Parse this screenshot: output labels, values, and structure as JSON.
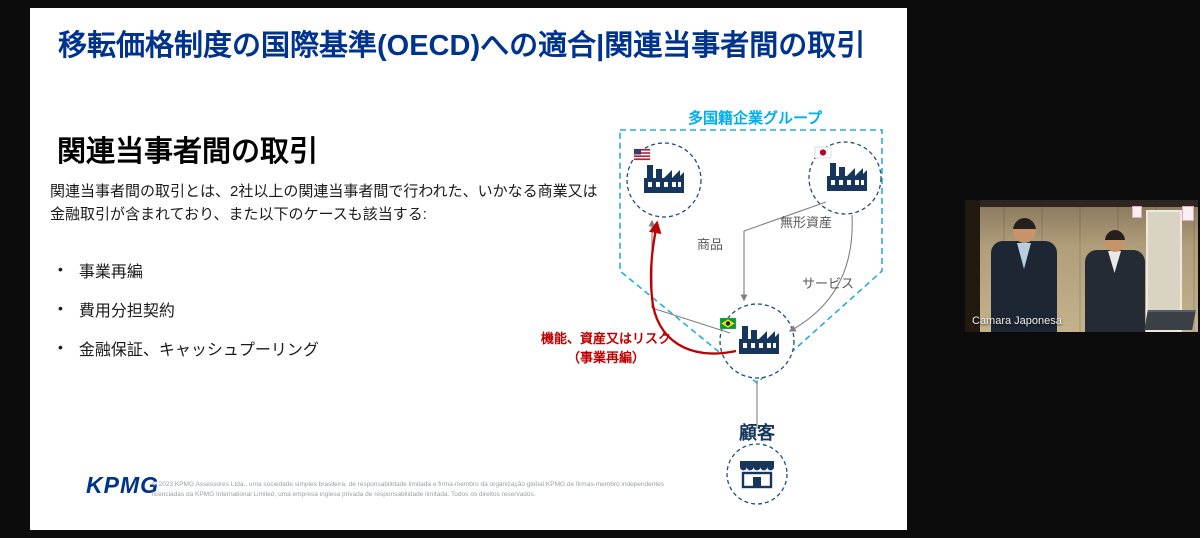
{
  "slide": {
    "title": "移転価格制度の国際基準(OECD)への適合|関連当事者間の取引",
    "heading": "関連当事者間の取引",
    "body": "関連当事者間の取引とは、2社以上の関連当事者間で行われた、いかなる商業又は金融取引が含まれており、また以下のケースも該当する:",
    "bullets": [
      "事業再編",
      "費用分担契約",
      "金融保証、キャッシュプーリング"
    ],
    "diagram": {
      "group_label": "多国籍企業グループ",
      "labels": {
        "goods": "商品",
        "intangibles": "無形資産",
        "services": "サービス",
        "customer": "顧客",
        "red_note_line1": "機能、資産又はリスク",
        "red_note_line2": "（事業再編）"
      }
    },
    "footer": {
      "logo": "KPMG",
      "legal_line1": "© 2023 KPMG Assessores Ltda., uma sociedade simples brasileira, de responsabilidade limitada e firma-membro da organização global KPMG de firmas-membro independentes",
      "legal_line2": "licenciadas da KPMG International Limited, uma empresa inglesa privada de responsabilidade limitada. Todos os direitos reservados."
    }
  },
  "video": {
    "participant_label": "Camara Japonesa"
  },
  "colors": {
    "kpmg_blue": "#00338D",
    "cyan_label": "#00AEEF",
    "diagram_navy": "#17365D",
    "dashed_blue": "#29ABE2",
    "red_accent": "#C00000"
  }
}
